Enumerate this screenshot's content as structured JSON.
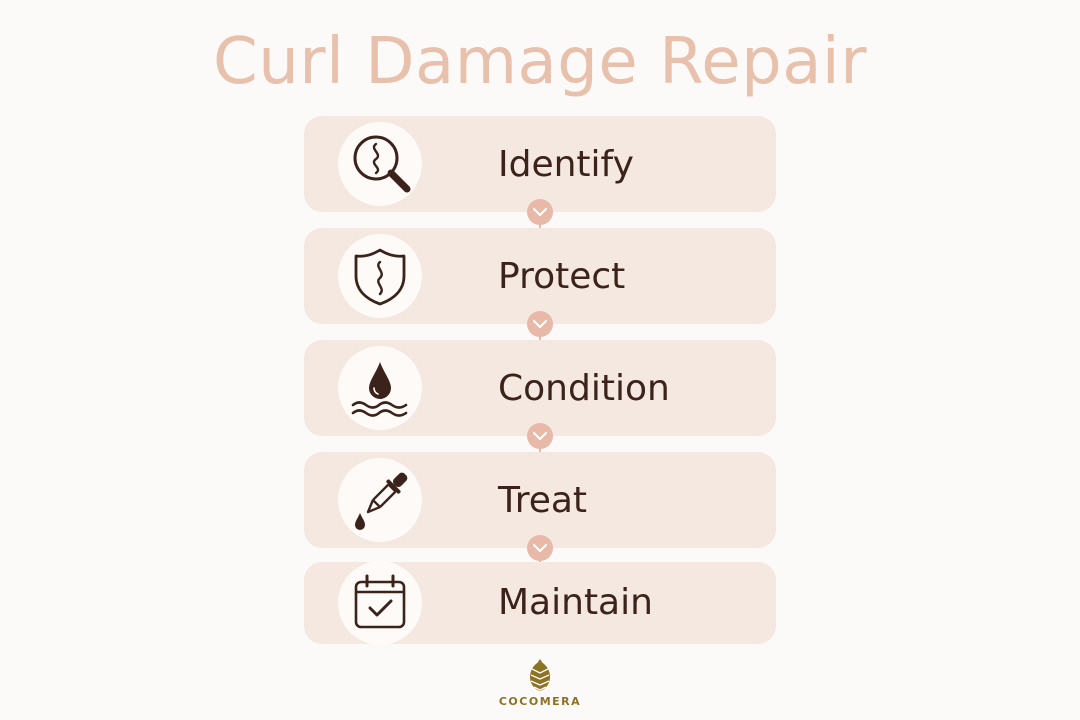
{
  "title": "Curl Damage Repair",
  "steps": [
    {
      "label": "Identify",
      "icon": "magnifier-curl-icon"
    },
    {
      "label": "Protect",
      "icon": "shield-curl-icon"
    },
    {
      "label": "Condition",
      "icon": "water-drop-icon"
    },
    {
      "label": "Treat",
      "icon": "dropper-icon"
    },
    {
      "label": "Maintain",
      "icon": "calendar-check-icon"
    }
  ],
  "brand": {
    "name": "COCOMERA",
    "icon": "pinecone-logo-icon"
  },
  "colors": {
    "title": "#e8c1ac",
    "card": "#f4e8e1",
    "icon_circle": "#fdfaf8",
    "icon_stroke": "#3b231b",
    "connector": "#e7b9a6",
    "label": "#3b231b",
    "brand": "#8c7223"
  }
}
